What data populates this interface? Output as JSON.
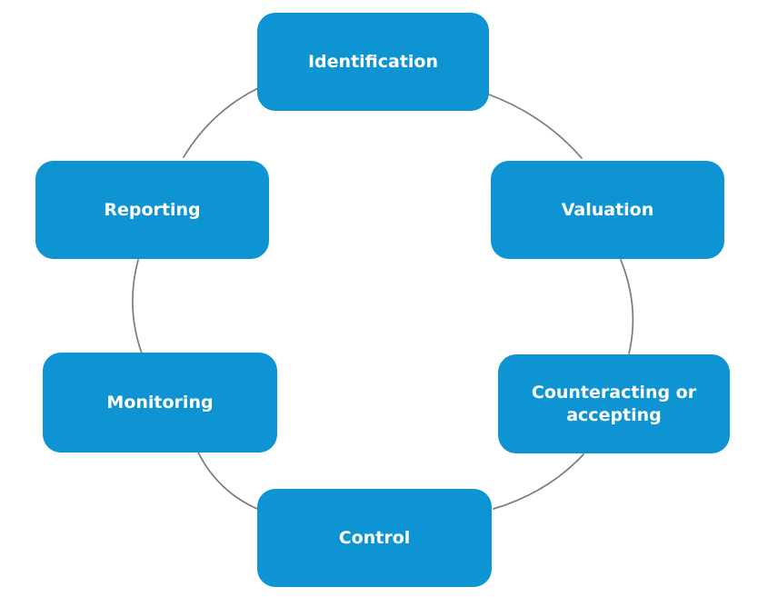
{
  "diagram": {
    "type": "cycle",
    "nodes": [
      {
        "label": "Identification"
      },
      {
        "label": "Valuation"
      },
      {
        "label": "Counteracting or accepting"
      },
      {
        "label": "Control"
      },
      {
        "label": "Monitoring"
      },
      {
        "label": "Reporting"
      }
    ],
    "colors": {
      "node_fill": "#0e93d3",
      "node_text": "#ffffff",
      "connector": "#7a7a7a",
      "background": "#ffffff"
    }
  }
}
